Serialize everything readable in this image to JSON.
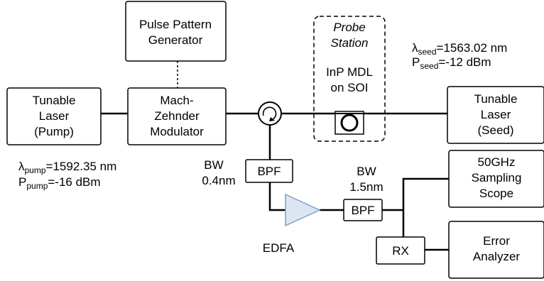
{
  "blocks": {
    "ppg": [
      "Pulse Pattern",
      "Generator"
    ],
    "pump_laser": [
      "Tunable",
      "Laser",
      "(Pump)"
    ],
    "mzm": [
      "Mach-",
      "Zehnder",
      "Modulator"
    ],
    "probe_station": [
      "Probe",
      "Station"
    ],
    "dut": [
      "InP MDL",
      "on SOI"
    ],
    "seed_laser": [
      "Tunable",
      "Laser",
      "(Seed)"
    ],
    "bpf1": "BPF",
    "bpf2": "BPF",
    "edfa": "EDFA",
    "rx": "RX",
    "scope": [
      "50GHz",
      "Sampling",
      "Scope"
    ],
    "error_analyzer": [
      "Error",
      "Analyzer"
    ]
  },
  "labels": {
    "bw1": [
      "BW",
      "0.4nm"
    ],
    "bw2": [
      "BW",
      "1.5nm"
    ],
    "pump": {
      "lambda_symbol": "λ",
      "lambda_sub": "pump",
      "lambda_value": "=1592.35 nm",
      "p_symbol": "P",
      "p_sub": "pump",
      "p_value": "=-16 dBm"
    },
    "seed": {
      "lambda_symbol": "λ",
      "lambda_sub": "seed",
      "lambda_value": "=1563.02 nm",
      "p_symbol": "P",
      "p_sub": "seed",
      "p_value": "=-12 dBm"
    }
  },
  "colors": {
    "edfa_fill": "#dce6f2",
    "edfa_stroke": "#7f9fc6"
  }
}
